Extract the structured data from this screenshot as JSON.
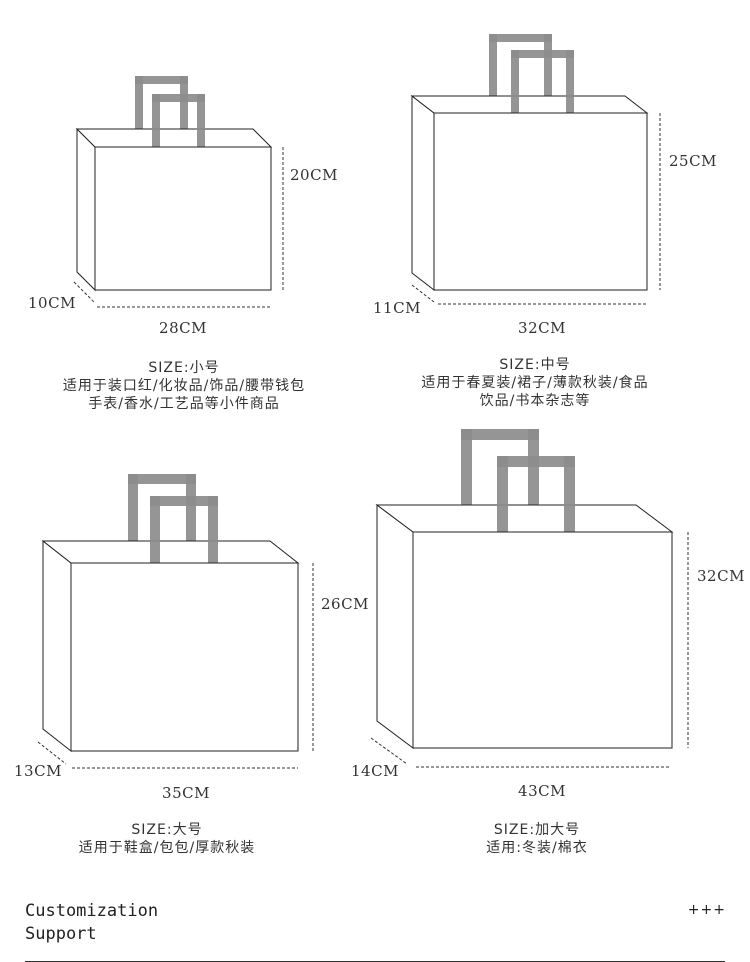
{
  "bags": [
    {
      "width": "28CM",
      "height": "20CM",
      "depth": "10CM",
      "size_label": "SIZE:小号",
      "use_lines": [
        "适用于装口红/化妆品/饰品/腰带钱包",
        "手表/香水/工艺品等小件商品"
      ]
    },
    {
      "width": "32CM",
      "height": "25CM",
      "depth": "11CM",
      "size_label": "SIZE:中号",
      "use_lines": [
        "适用于春夏装/裙子/薄款秋装/食品",
        "饮品/书本杂志等"
      ]
    },
    {
      "width": "35CM",
      "height": "26CM",
      "depth": "13CM",
      "size_label": "SIZE:大号",
      "use_lines": [
        "适用于鞋盒/包包/厚款秋装"
      ]
    },
    {
      "width": "43CM",
      "height": "32CM",
      "depth": "14CM",
      "size_label": "SIZE:加大号",
      "use_lines": [
        "适用:冬装/棉衣"
      ]
    }
  ],
  "footer": {
    "title_line1": "Customization",
    "title_line2": "Support",
    "plus": "+++"
  },
  "colors": {
    "handle": "#8c8c8c",
    "outline": "#222222"
  }
}
